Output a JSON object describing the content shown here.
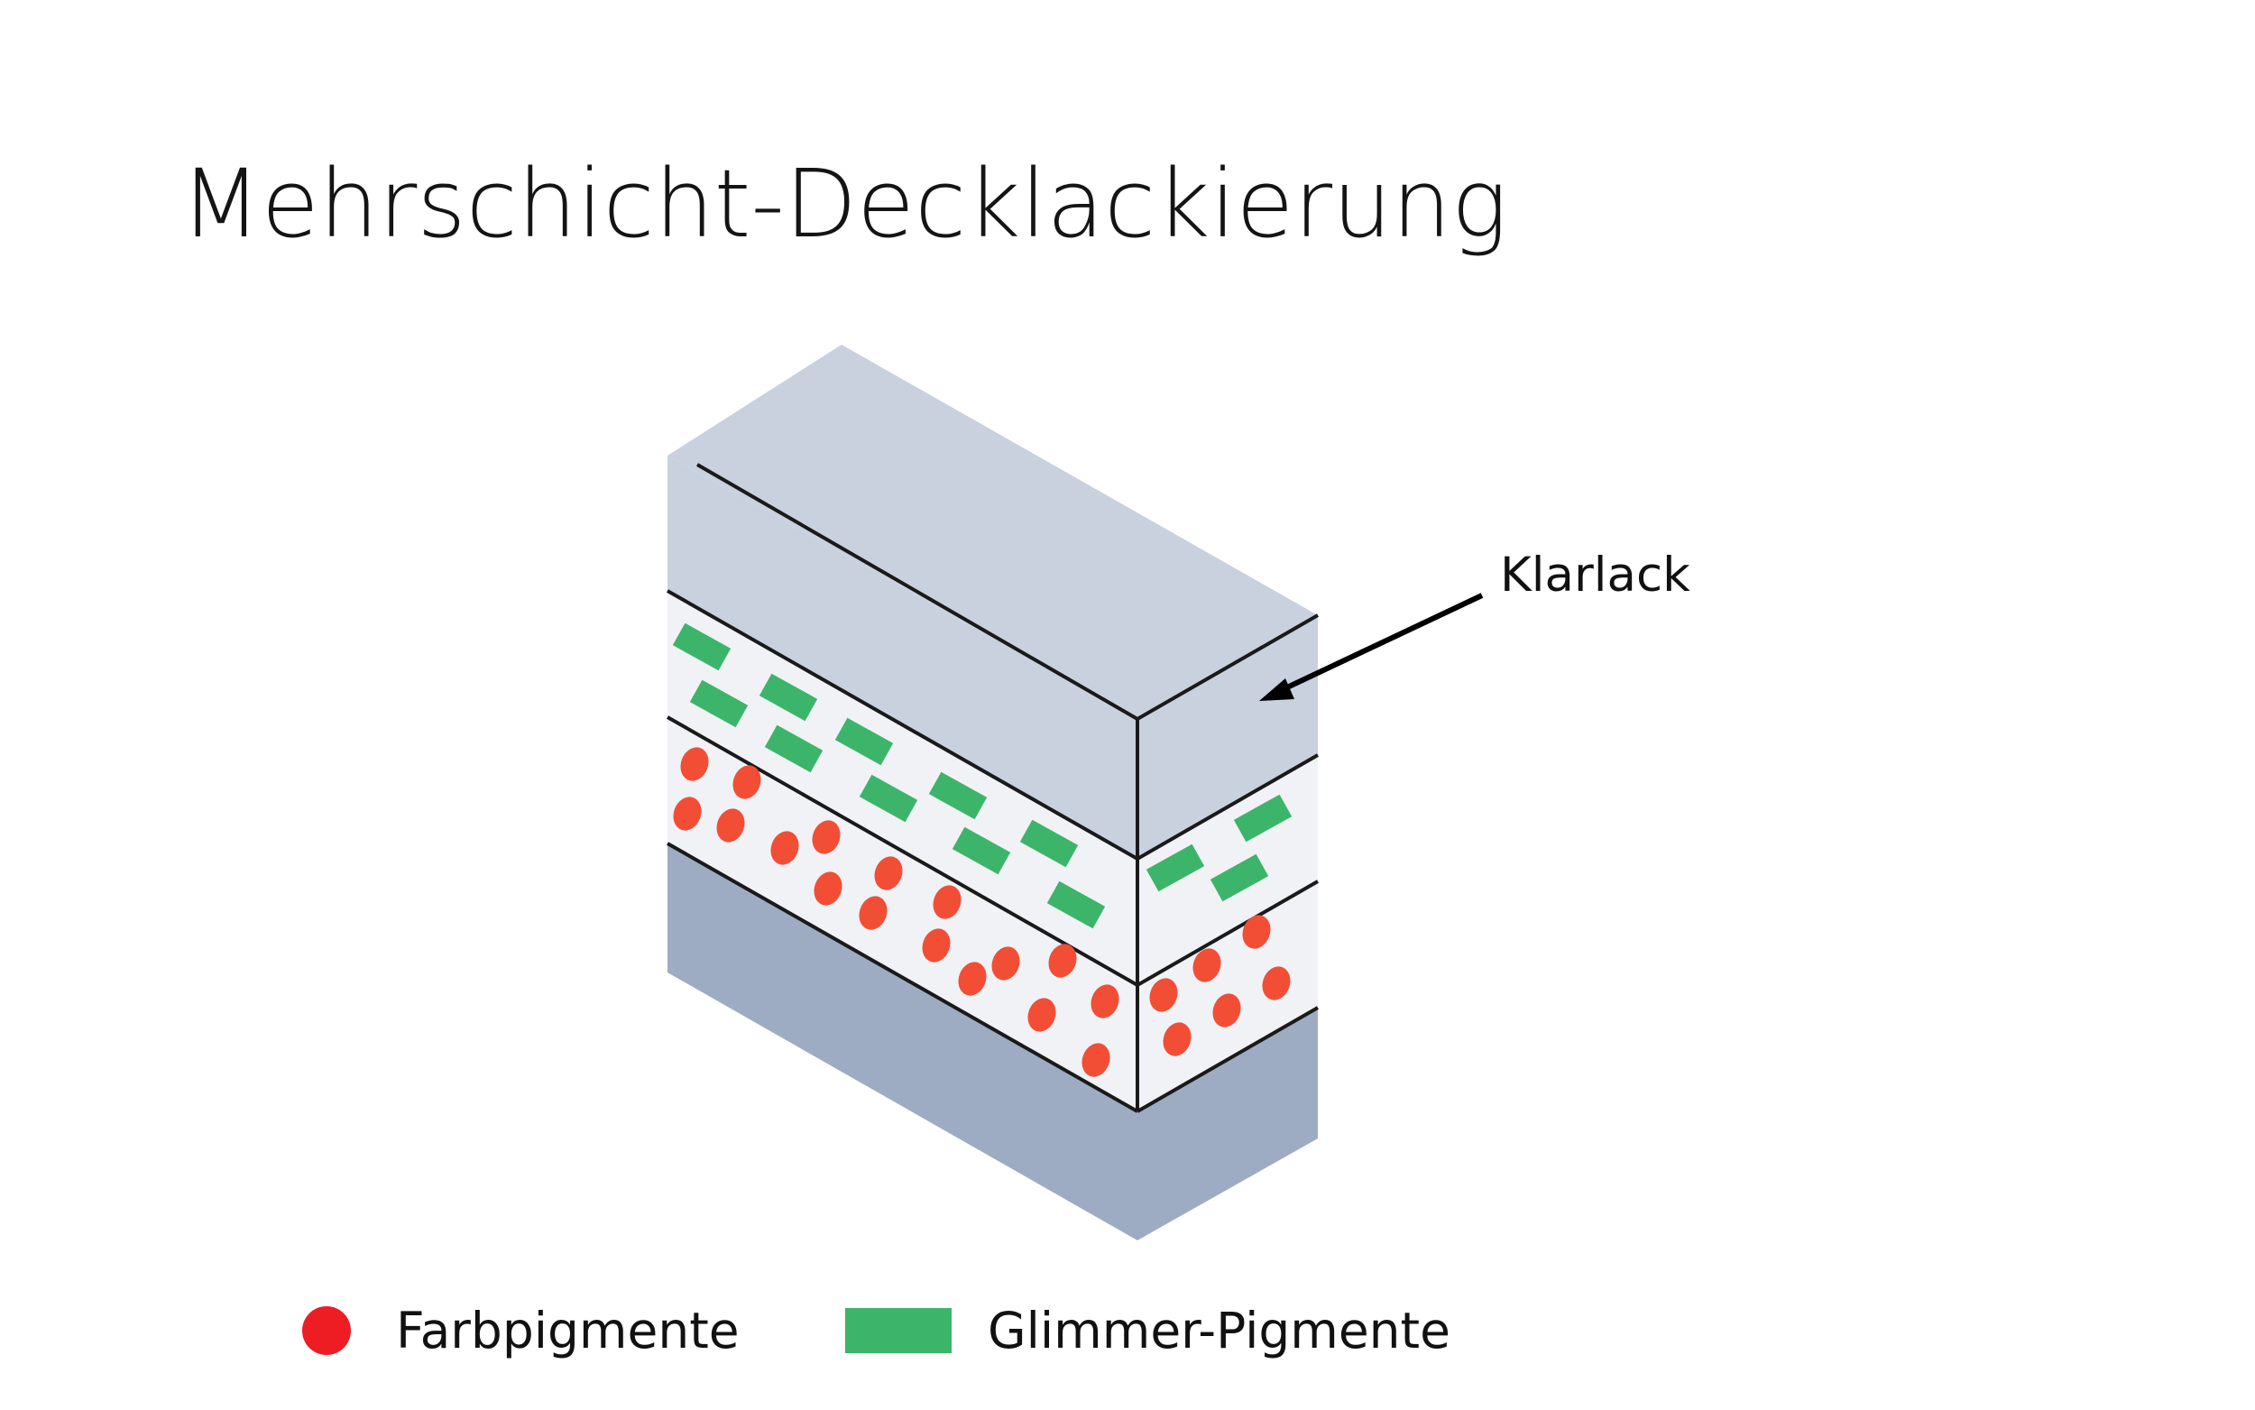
{
  "title": "Mehrschicht-Decklackierung",
  "callout": {
    "label": "Klarlack"
  },
  "legend": [
    {
      "label": "Farbpigmente",
      "marker": "red-dot",
      "color": "#ee1d23"
    },
    {
      "label": "Glimmer-Pigmente",
      "marker": "green-rectangle",
      "color": "#3cb56a"
    }
  ],
  "colors": {
    "clearcoat": "#c9d1df",
    "substrate": "#9eacc3",
    "layer_fill": "#f1f2f5",
    "red_pigment": "#f24e36",
    "green_pigment": "#3cb56a"
  }
}
